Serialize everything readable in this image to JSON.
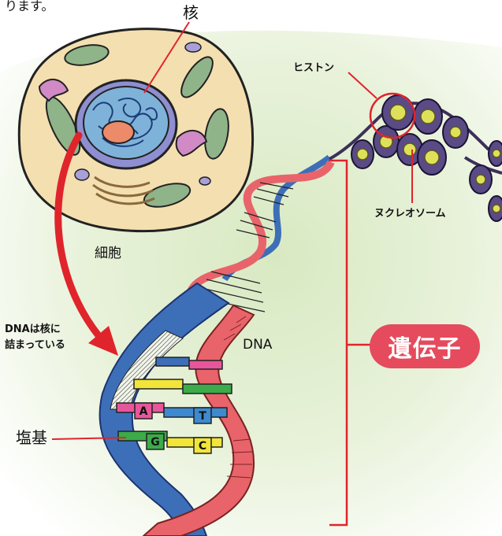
{
  "caption_fragment": "ります。",
  "labels": {
    "nucleus": "核",
    "histone": "ヒストン",
    "nucleosome": "ヌクレオソーム",
    "cell": "細胞",
    "dna_in_nucleus_line1": "DNAは核に",
    "dna_in_nucleus_line2": "詰まっている",
    "dna": "DNA",
    "gene": "遺伝子",
    "base": "塩基"
  },
  "bases": {
    "a": "A",
    "t": "T",
    "g": "G",
    "c": "C"
  },
  "colors": {
    "gene_badge": "#e64a5d",
    "arrow": "#e0242c",
    "strand_red": "#e8646a",
    "strand_blue": "#3d6fb8",
    "cell_body": "#f4dfb0",
    "nucleus": "#7fb2d8",
    "histone": "#dfe05a",
    "background_tint": "#e3efcf"
  }
}
